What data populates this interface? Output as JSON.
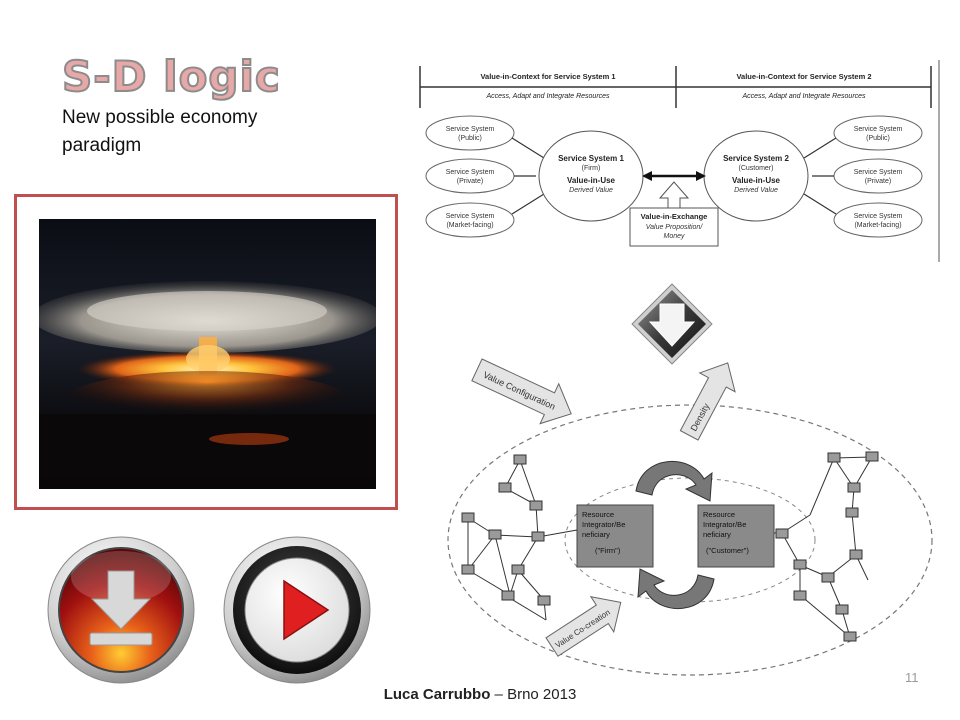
{
  "slide": {
    "title": "S-D logic",
    "subtitle": "New possible economy paradigm",
    "footer_author": "Luca Carrubbo",
    "footer_rest": " – Brno 2013",
    "page_number": "11"
  },
  "diagram_top": {
    "header_left": "Value-in-Context for Service System 1",
    "sub_left": "Access, Adapt and Integrate Resources",
    "header_right": "Value-in-Context for Service System 2",
    "sub_right": "Access, Adapt and Integrate Resources",
    "left_nodes": [
      {
        "l1": "Service System",
        "l2": "(Public)"
      },
      {
        "l1": "Service System",
        "l2": "(Private)"
      },
      {
        "l1": "Service System",
        "l2": "(Market-facing)"
      }
    ],
    "right_nodes": [
      {
        "l1": "Service System",
        "l2": "(Public)"
      },
      {
        "l1": "Service System",
        "l2": "(Private)"
      },
      {
        "l1": "Service System",
        "l2": "(Market-facing)"
      }
    ],
    "ss1_title": "Service System 1",
    "ss1_sub": "(Firm)",
    "ss1_value": "Value-in-Use",
    "ss1_derived": "Derived Value",
    "ss2_title": "Service System 2",
    "ss2_sub": "(Customer)",
    "ss2_value": "Value-in-Use",
    "ss2_derived": "Derived Value",
    "exchange_title": "Value-in-Exchange",
    "exchange_l2": "Value Proposition/",
    "exchange_l3": "Money"
  },
  "diagram_bottom": {
    "value_configuration": "Value Configuration",
    "density": "Density",
    "value_cocreation": "Value Co-creation",
    "box_left_l1": "Resource",
    "box_left_l2": "Integrator/Be",
    "box_left_l3": "neficiary",
    "box_left_l4": "(\"Firm\")",
    "box_right_l1": "Resource",
    "box_right_l2": "Integrator/Be",
    "box_right_l3": "neficiary",
    "box_right_l4": "(\"Customer\")"
  },
  "icons": {
    "down": "down-arrow-icon",
    "download": "download-icon",
    "play": "play-icon"
  },
  "colors": {
    "title_fill": "#e8a8a8",
    "frame_border": "#c05050",
    "play_red": "#e02020"
  }
}
